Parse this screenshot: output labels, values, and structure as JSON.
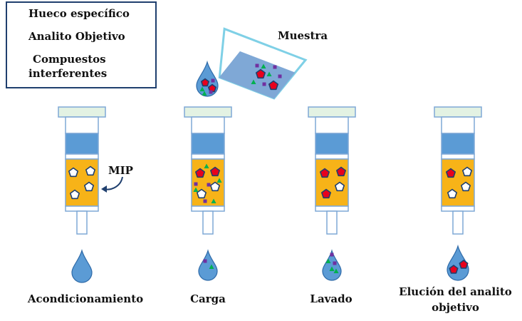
{
  "legend": {
    "items": [
      {
        "label": "Hueco específico",
        "icon": "empty-pentagon-icon"
      },
      {
        "label": "Analito Objetivo",
        "icon": "red-pentagon-icon"
      },
      {
        "label_line1": "Compuestos",
        "label_line2": "interferentes",
        "icon": "interferent-markers-icon"
      }
    ]
  },
  "sample_label": "Muestra",
  "mip_label": "MIP",
  "steps": [
    {
      "label": "Acondicionamiento"
    },
    {
      "label": "Carga"
    },
    {
      "label": "Lavado"
    },
    {
      "label_line1": "Elución del analito",
      "label_line2": "objetivo"
    }
  ],
  "colors": {
    "cap": "#e3f2e3",
    "frame": "#7fa8d6",
    "plunger": "#5b9bd5",
    "sorbent": "#f7b318",
    "analyte": "#e8001c",
    "analyte_stroke": "#1f3f6e",
    "interferent_purple": "#7030a0",
    "interferent_green": "#00b050",
    "drop": "#5b9bd5"
  }
}
